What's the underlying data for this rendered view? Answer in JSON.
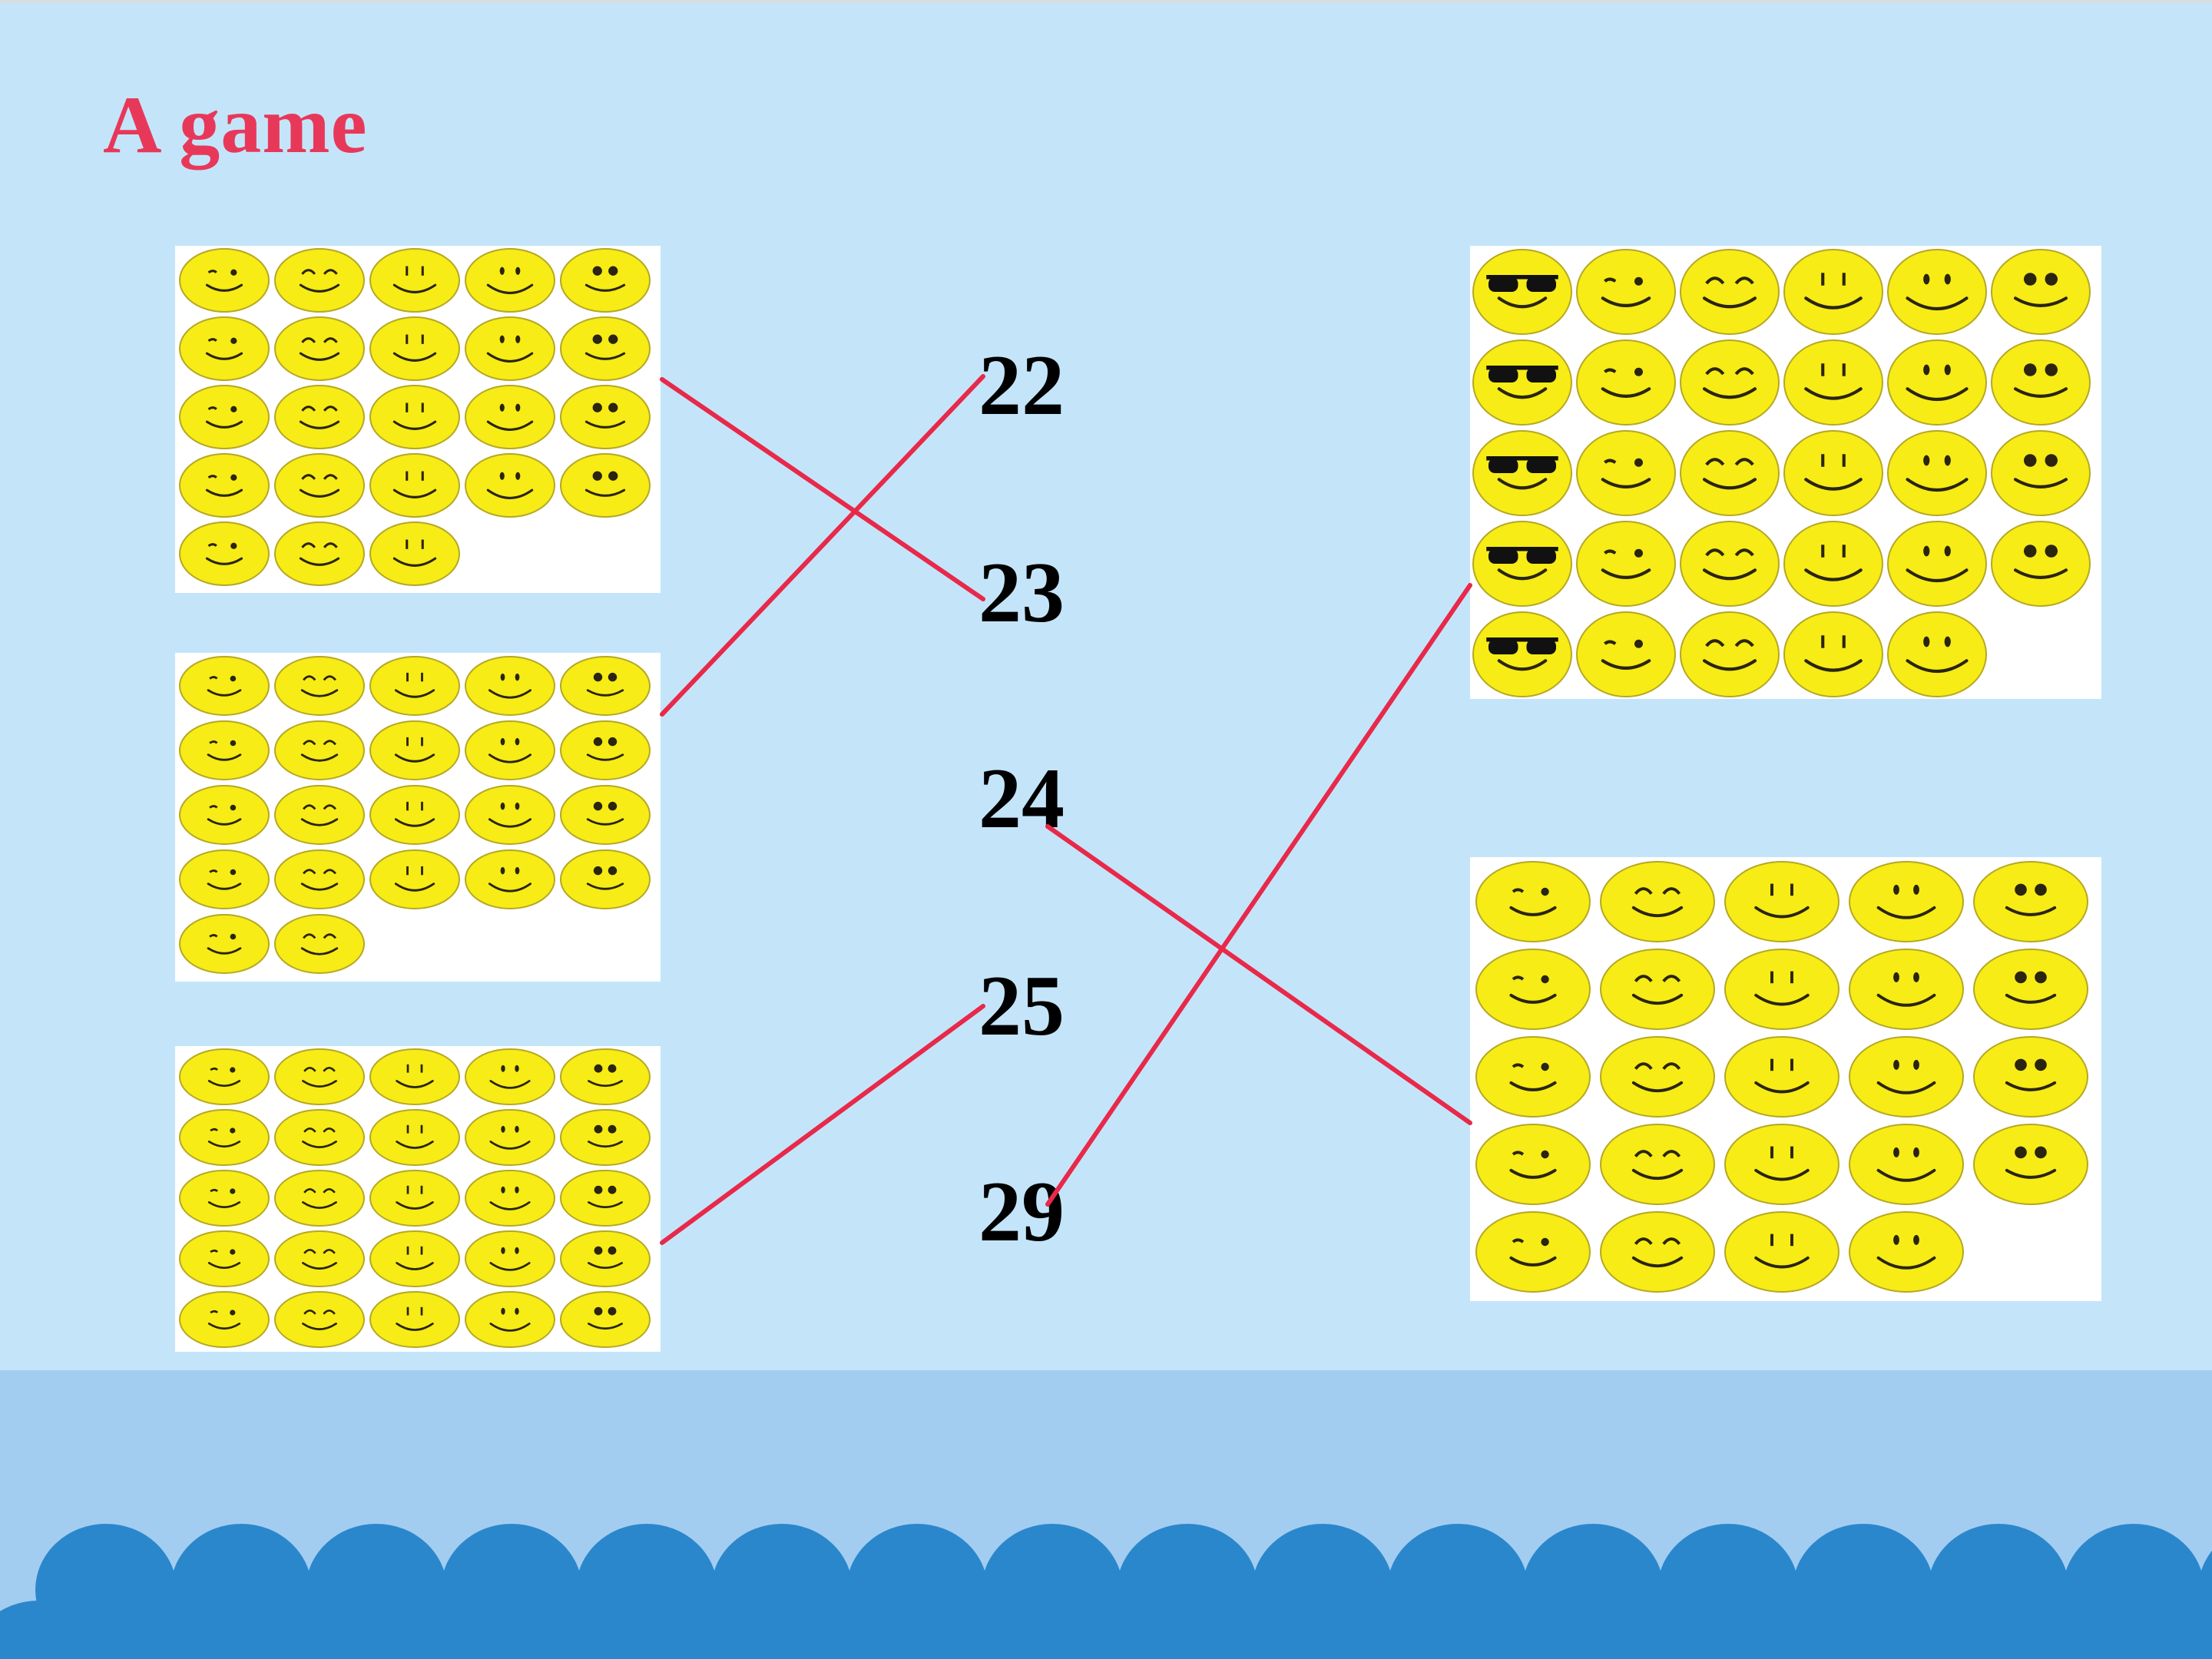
{
  "slide": {
    "title": "A game",
    "numbers": [
      {
        "id": "22",
        "label": "22"
      },
      {
        "id": "23",
        "label": "23"
      },
      {
        "id": "24",
        "label": "24"
      },
      {
        "id": "25",
        "label": "25"
      },
      {
        "id": "29",
        "label": "29"
      }
    ],
    "groups": [
      {
        "name": "left-group-1",
        "count": 23,
        "columns": 5,
        "types": [
          "wink",
          "happy",
          "smile",
          "grin",
          "dot"
        ]
      },
      {
        "name": "left-group-2",
        "count": 22,
        "columns": 5,
        "types": [
          "wink",
          "happy",
          "smile",
          "grin",
          "dot"
        ]
      },
      {
        "name": "left-group-3",
        "count": 25,
        "columns": 5,
        "types": [
          "wink",
          "happy",
          "smile",
          "grin",
          "dot"
        ]
      },
      {
        "name": "right-group-1",
        "count": 29,
        "columns": 6,
        "types": [
          "cool",
          "wink",
          "happy",
          "smile",
          "grin",
          "dot"
        ]
      },
      {
        "name": "right-group-2",
        "count": 24,
        "columns": 5,
        "types": [
          "wink",
          "happy",
          "smile",
          "grin",
          "dot"
        ]
      }
    ],
    "matches": [
      {
        "group": "left-group-1",
        "number": "23"
      },
      {
        "group": "left-group-2",
        "number": "22"
      },
      {
        "group": "left-group-3",
        "number": "25"
      },
      {
        "group": "right-group-1",
        "number": "29"
      },
      {
        "group": "right-group-2",
        "number": "24"
      }
    ],
    "colors": {
      "background": "#c4e5f9",
      "title": "#e8385a",
      "line": "#e8294a",
      "face": "#f7ec15",
      "face_outline": "#b5a824",
      "wave": "#2b87cc",
      "band": "#a3cdf0"
    }
  }
}
